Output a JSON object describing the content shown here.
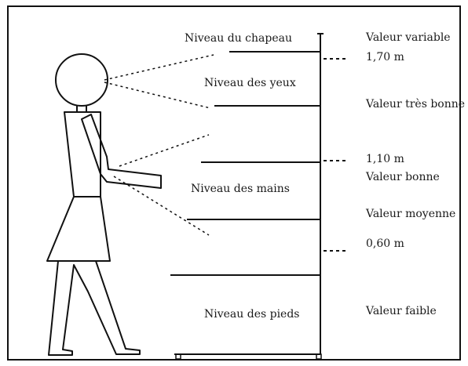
{
  "levels": {
    "hat": "Niveau du chapeau",
    "eyes": "Niveau des yeux",
    "hands": "Niveau des mains",
    "feet": "Niveau des pieds"
  },
  "values": {
    "variable": "Valeur variable",
    "very_good": "Valeur très bonne",
    "good": "Valeur bonne",
    "medium": "Valeur moyenne",
    "weak": "Valeur faible"
  },
  "heights": {
    "h170": "1,70 m",
    "h110": "1,10 m",
    "h060": "0,60 m"
  }
}
